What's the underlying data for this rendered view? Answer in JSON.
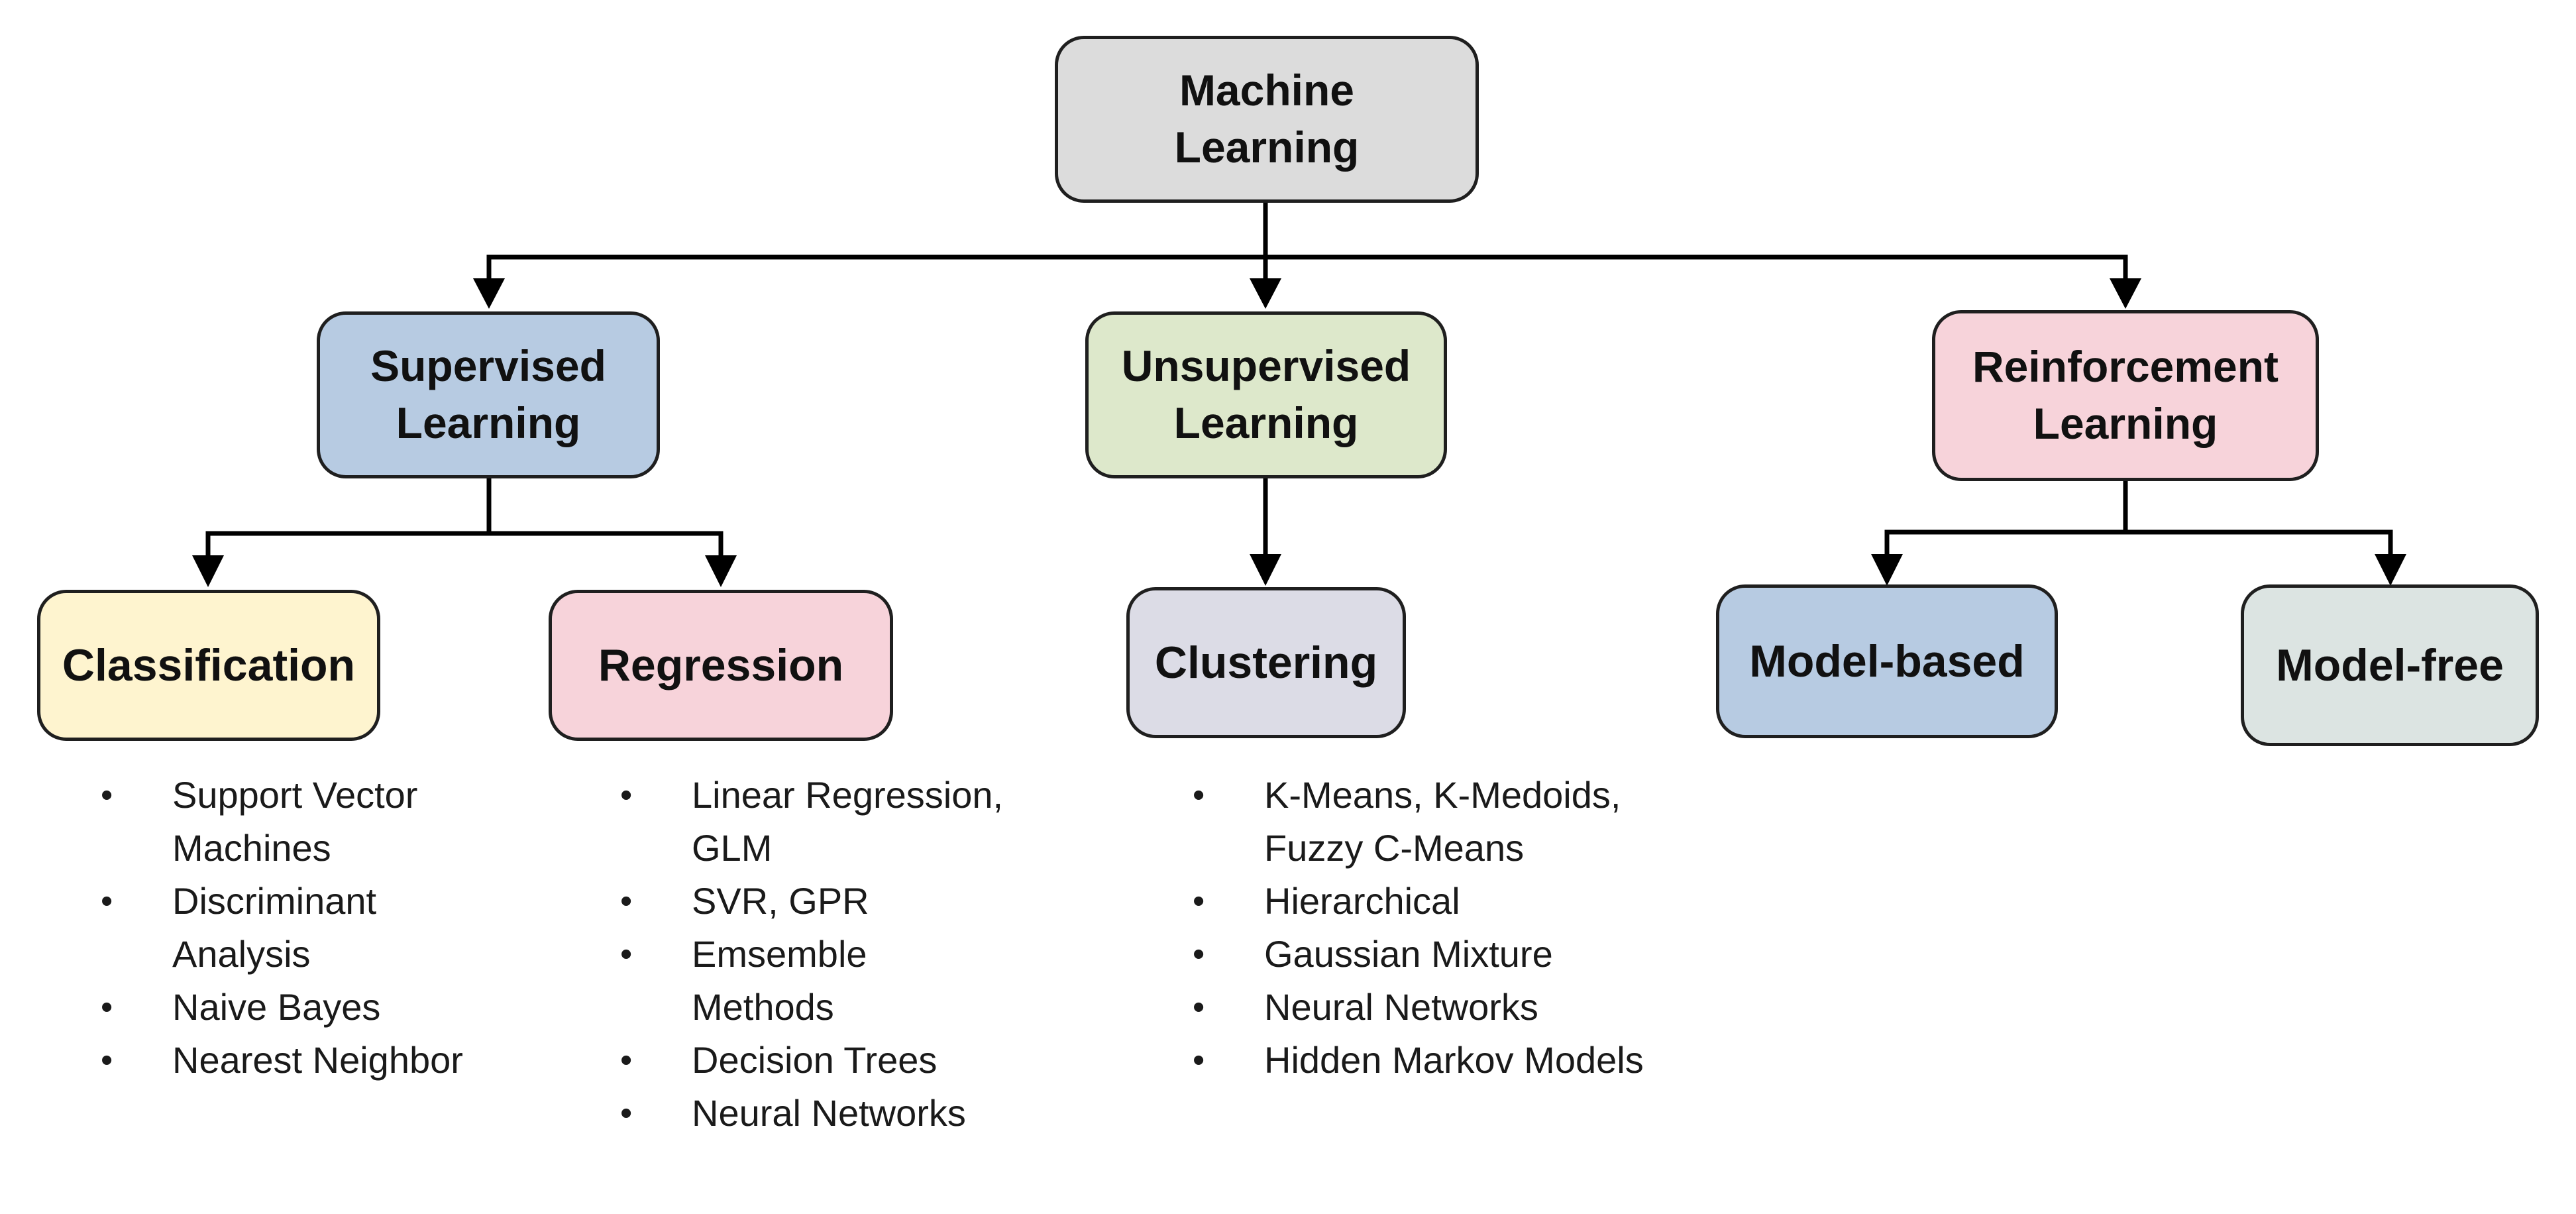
{
  "diagram": {
    "root": {
      "label": "Machine\nLearning",
      "color": "#dcdcdc"
    },
    "categories": [
      {
        "label": "Supervised\nLearning",
        "color": "#b7cbe2",
        "children": [
          {
            "label": "Classification",
            "color": "#fef4cf",
            "items": [
              "Support Vector Machines",
              "Discriminant Analysis",
              "Naive Bayes",
              "Nearest Neighbor"
            ]
          },
          {
            "label": "Regression",
            "color": "#f7d3da",
            "items": [
              "Linear Regression, GLM",
              "SVR, GPR",
              "Emsemble Methods",
              "Decision Trees",
              "Neural Networks"
            ]
          }
        ]
      },
      {
        "label": "Unsupervised\nLearning",
        "color": "#dde8cb",
        "children": [
          {
            "label": "Clustering",
            "color": "#dcdce6",
            "items": [
              "K-Means, K-Medoids, Fuzzy C-Means",
              "Hierarchical",
              "Gaussian Mixture",
              "Neural Networks",
              "Hidden Markov Models"
            ]
          }
        ]
      },
      {
        "label": "Reinforcement\nLearning",
        "color": "#f7d3da",
        "children": [
          {
            "label": "Model-based",
            "color": "#b7cbe2"
          },
          {
            "label": "Model-free",
            "color": "#dce4e2"
          }
        ]
      }
    ]
  }
}
